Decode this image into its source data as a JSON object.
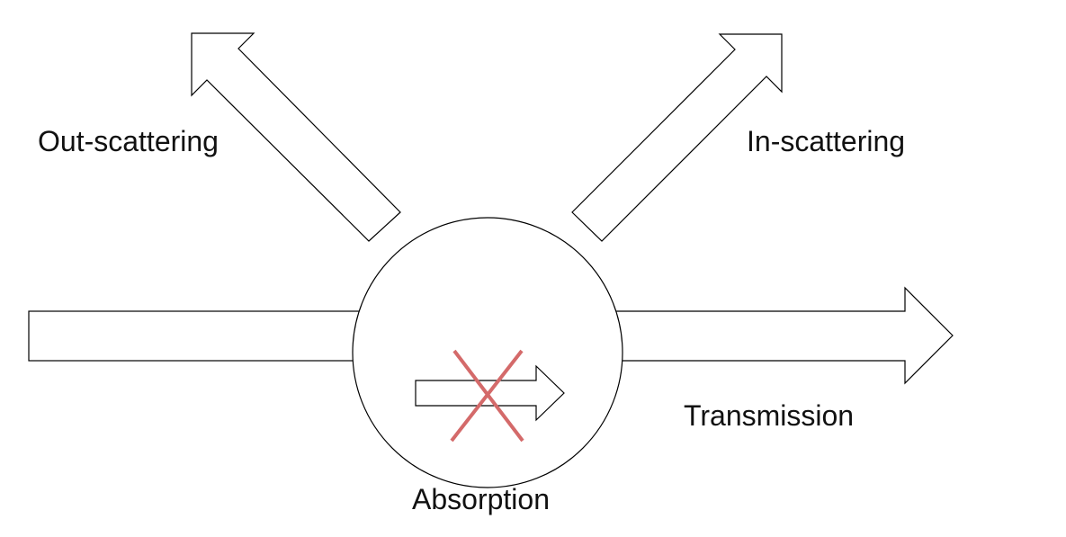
{
  "labels": {
    "out_scattering": "Out-scattering",
    "in_scattering": "In-scattering",
    "transmission": "Transmission",
    "absorption": "Absorption"
  },
  "colors": {
    "background": "#ffffff",
    "stroke": "#000000",
    "absorption_cross": "#d46a6a"
  },
  "icons": {
    "absorbed_arrow": "arrow-right-icon",
    "absorption_mark": "cross-icon"
  }
}
